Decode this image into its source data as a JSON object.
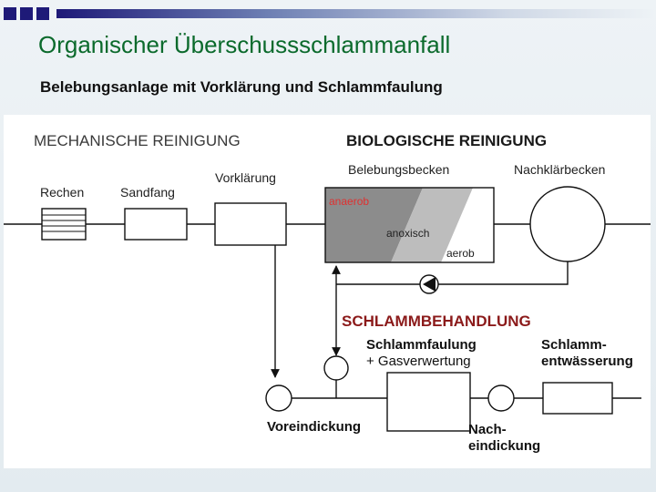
{
  "slide": {
    "title": "Organischer Überschussschlammanfall",
    "subtitle": "Belebungsanlage mit Vorklärung und Schlammfaulung"
  },
  "diagram": {
    "sections": {
      "mechanical": "MECHANISCHE REINIGUNG",
      "biological": "BIOLOGISCHE  REINIGUNG",
      "sludge": "SCHLAMMBEHANDLUNG"
    },
    "units": {
      "rechen": "Rechen",
      "sandfang": "Sandfang",
      "vorklaerung": "Vorklärung",
      "belebungsbecken": "Belebungsbecken",
      "nachklaerbecken": "Nachklärbecken",
      "schlammfaulung": "Schlammfaulung",
      "gasverwertung": "+ Gasverwertung",
      "schlamm_line1": "Schlamm-",
      "schlamm_line2": "entwässerung",
      "voreindickung": "Voreindickung",
      "nach_line1": "Nach-",
      "nach_line2": "eindickung"
    },
    "zones": {
      "anaerob": "anaerob",
      "anoxisch": "anoxisch",
      "aerob": "aerob"
    },
    "colors": {
      "section_mech": "#3a3a3a",
      "section_bio": "#1a1a1a",
      "section_sludge": "#8b1a1a",
      "anaerob_text": "#e03030",
      "anaerob_zone": "#8c8c8c",
      "anoxisch_zone": "#bdbdbd",
      "aerob_zone": "#ffffff"
    }
  }
}
